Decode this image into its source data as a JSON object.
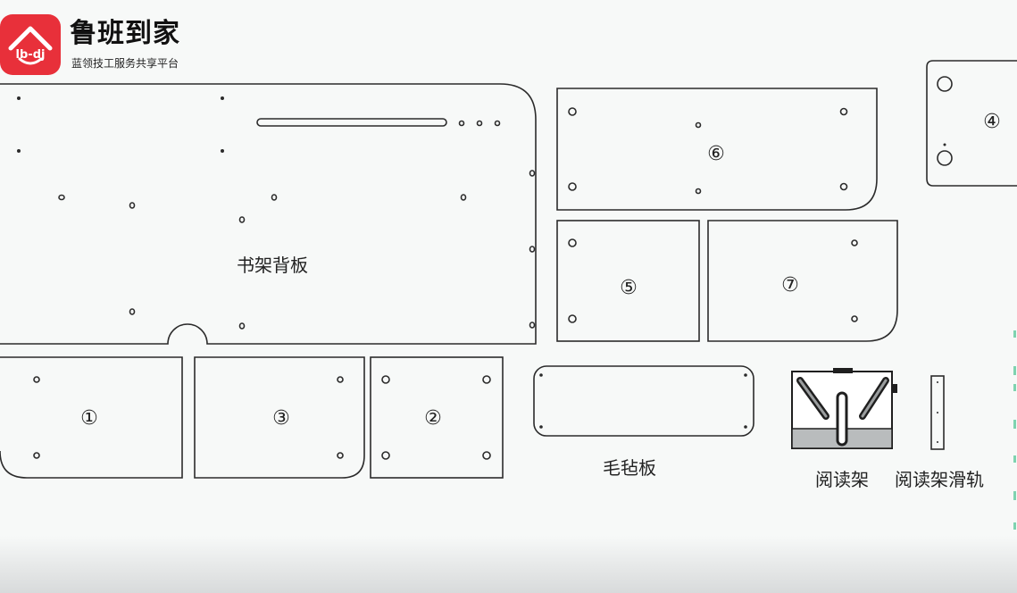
{
  "brand": {
    "name": "鲁班到家",
    "tagline": "蓝领技工服务共享平台",
    "logo_mark": "lb-dj",
    "logo_color": "#e8303a"
  },
  "parts": {
    "back_panel": "书架背板",
    "p1": "①",
    "p2": "②",
    "p3": "③",
    "p4": "④",
    "p5": "⑤",
    "p6": "⑥",
    "p7": "⑦",
    "felt_board": "毛毡板",
    "reading_stand": "阅读架",
    "reading_rail": "阅读架滑轨"
  },
  "colors": {
    "line": "#2b2b2b",
    "background": "#f7f9f8",
    "edge_accent": "#7fd3b0"
  }
}
